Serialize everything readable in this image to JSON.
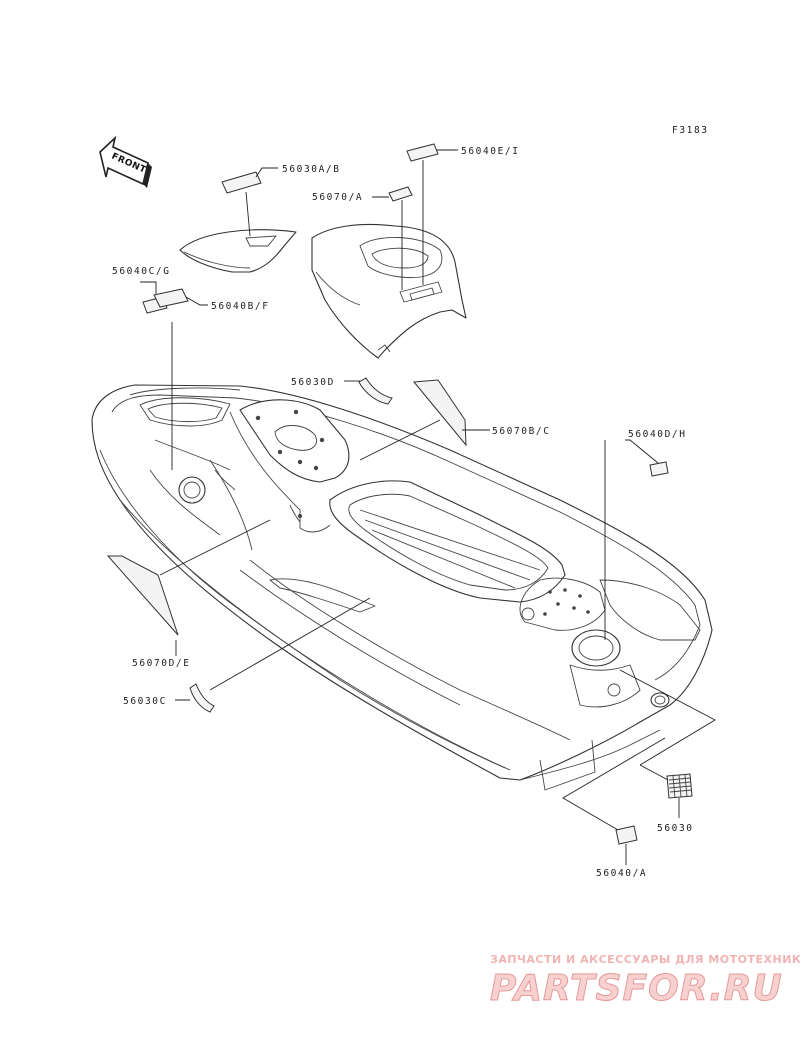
{
  "figure_code": "F3183",
  "front_arrow_label": "FRONT",
  "labels": {
    "p56030ab": "56030A/B",
    "p56040ei": "56040E/I",
    "p56070a": "56070/A",
    "p56040cg": "56040C/G",
    "p56040bf": "56040B/F",
    "p56030d": "56030D",
    "p56070bc": "56070B/C",
    "p56040dh": "56040D/H",
    "p56070de": "56070D/E",
    "p56030c": "56030C",
    "p56030": "56030",
    "p56040a": "56040/A"
  },
  "watermark": {
    "tagline": "ЗАПЧАСТИ И АКСЕССУАРЫ ДЛЯ МОТОТЕХНИКИ",
    "brand": "PARTSFOR.RU",
    "color": "#f2b3b3"
  }
}
